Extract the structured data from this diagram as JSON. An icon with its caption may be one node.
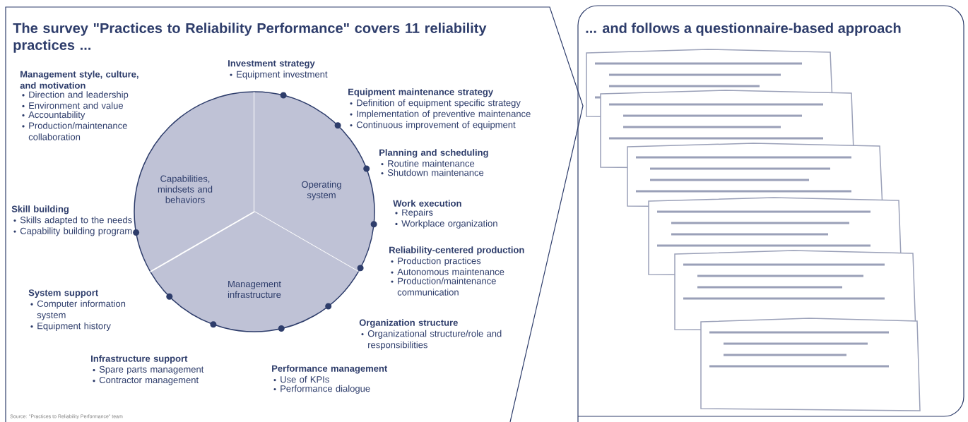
{
  "diagram": {
    "title": "The survey \"Practices to Reliability Performance\" covers 11 reliability practices ...",
    "caption": "Source: \"Practices to Reliability Performance\" team",
    "nodes": [
      {
        "text": [
          "Capabilities, mindsets and behaviors"
        ]
      },
      {
        "text": [
          "Operating system"
        ]
      },
      {
        "text": [
          "Management infrastructure"
        ]
      }
    ],
    "labels": [
      "Management style, culture, and motivation",
      "Direction and leadership",
      "Environment and value",
      "Accountability",
      "Production/maintenance collaboration",
      "Investment strategy",
      "Equipment investment",
      "Equipment maintenance strategy",
      "Definition of equipment specific strategy",
      "Implementation of preventive maintenance",
      "Continuous improvement of equipment",
      "Planning and scheduling",
      "Routine maintenance",
      "Shutdown maintenance",
      "Work execution",
      "Repairs",
      "Workplace organization",
      "Reliability-centered production",
      "Production practices",
      "Autonomous maintenance",
      "Production/maintenance communication",
      "Organization structure",
      "Organizational structure/role and responsibilities",
      "Performance management",
      "Use of KPIs",
      "Performance dialogue",
      "Infrastructure support",
      "Spare parts management",
      "Contractor management",
      "System support",
      "Computer information system",
      "Equipment history",
      "Skill building",
      "Skills adapted to the needs",
      "Capability building program",
      "... and follows a questionnaire-based approach"
    ]
  }
}
